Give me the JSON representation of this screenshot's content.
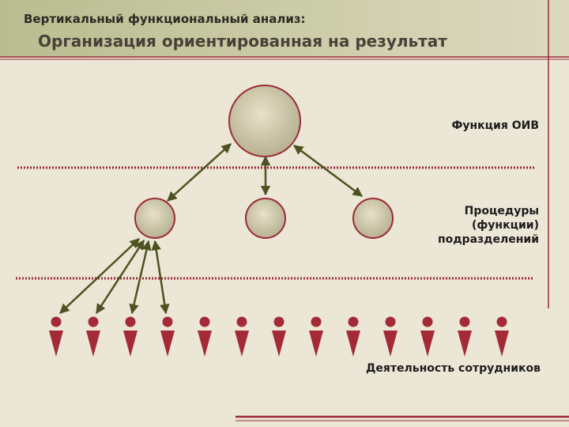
{
  "header": {
    "subtitle": "Вертикальный функциональный анализ:",
    "title": "Организация ориентированная на результат"
  },
  "labels": {
    "function": "Функция ОИВ",
    "procedures": [
      "Процедуры",
      "(функции)",
      "подразделений"
    ],
    "employees": "Деятельность сотрудников"
  },
  "colors": {
    "background": "#ebe6d5",
    "header_band": "#c9c9a6",
    "accent": "#9a2a36",
    "arrow": "#4d5220",
    "circle_stroke": "#9a2a36",
    "circle_fill": "#c7c1a5",
    "employee": "#a52a38"
  },
  "diagram": {
    "levels": 3,
    "units": 3,
    "employees": 13,
    "linked_employees": 4
  }
}
